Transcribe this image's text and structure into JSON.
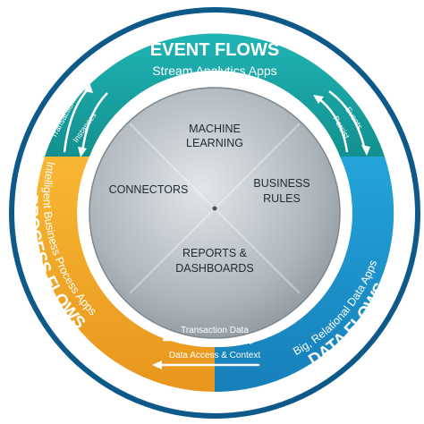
{
  "event_flows": {
    "title": "EVENT FLOWS",
    "subtitle": "Stream Analytics Apps",
    "arrow_left_top": "Transactions",
    "arrow_left_bottom": "Instances",
    "arrow_right_top": "Events",
    "arrow_right_bottom": "Persist"
  },
  "process_flows": {
    "title": "PROCESS FLOWS",
    "subtitle": "Intelligent Business Process Apps"
  },
  "data_flows": {
    "title": "DATA FLOWS",
    "subtitle": "Big, Relational Data Apps"
  },
  "bottom_arrows": {
    "top": "Transaction Data",
    "bottom": "Data Access & Context"
  },
  "center": {
    "top_line1": "MACHINE",
    "top_line2": "LEARNING",
    "left": "CONNECTORS",
    "right_line1": "BUSINESS",
    "right_line2": "RULES",
    "bottom_line1": "REPORTS &",
    "bottom_line2": "DASHBOARDS"
  },
  "colors": {
    "teal": "#1aa2a6",
    "orange": "#f3a928",
    "blue": "#1e95cf",
    "navy_ring": "#0d5a8a",
    "center_gray": "#a9b2b8"
  }
}
